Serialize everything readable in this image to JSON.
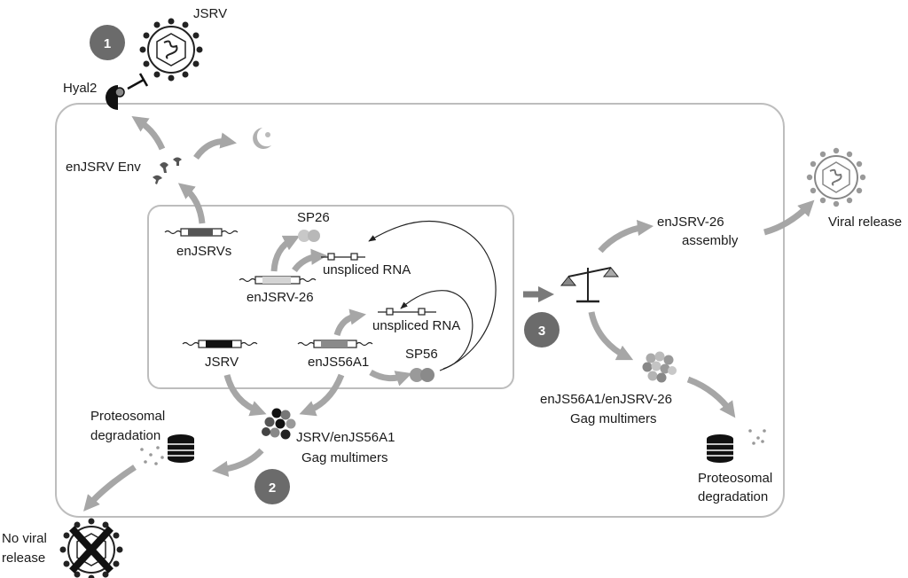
{
  "labels": {
    "jsrv_top": "JSRV",
    "hyal2": "Hyal2",
    "enjsrv_env": "enJSRV  Env",
    "enjsrvs": "enJSRVs",
    "sp26": "SP26",
    "unspliced_rna_1": "unspliced RNA",
    "enjsrv26": "enJSRV-26",
    "unspliced_rna_2": "unspliced RNA",
    "jsrv_gene": "JSRV",
    "enjs56a1": "enJS56A1",
    "sp56": "SP56",
    "proteosomal_left_1": "Proteosomal",
    "proteosomal_left_2": "degradation",
    "gag_left_1": "JSRV/enJS56A1",
    "gag_left_2": "Gag multimers",
    "no_viral_1": "No viral",
    "no_viral_2": "release",
    "assembly_1": "enJSRV-26",
    "assembly_2": "assembly",
    "viral_release": "Viral release",
    "gag_right_1": "enJS56A1/enJSRV-26",
    "gag_right_2": "Gag multimers",
    "proteosomal_right_1": "Proteosomal",
    "proteosomal_right_2": "degradation"
  },
  "steps": [
    "1",
    "2",
    "3"
  ],
  "colors": {
    "flow_arrow": "#a6a6a6",
    "step_circle": "#6b6b6b",
    "cell_border": "#bdbdbd"
  }
}
